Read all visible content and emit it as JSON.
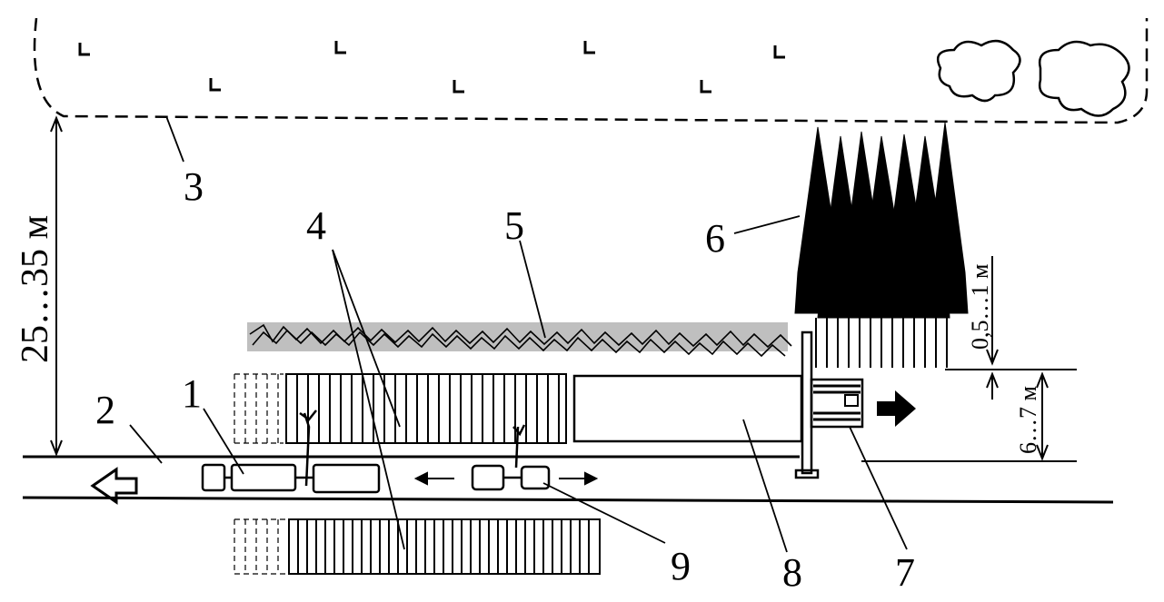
{
  "labels": {
    "n1": "1",
    "n2": "2",
    "n3": "3",
    "n4": "4",
    "n5": "5",
    "n6": "6",
    "n7": "7",
    "n8": "8",
    "n9": "9"
  },
  "dimensions": {
    "forest_distance": "25…35 м",
    "tree_gap": "0,5…1 м",
    "strip_width": "6…7 м"
  },
  "colors": {
    "ink": "#000000",
    "paper": "#ffffff"
  }
}
